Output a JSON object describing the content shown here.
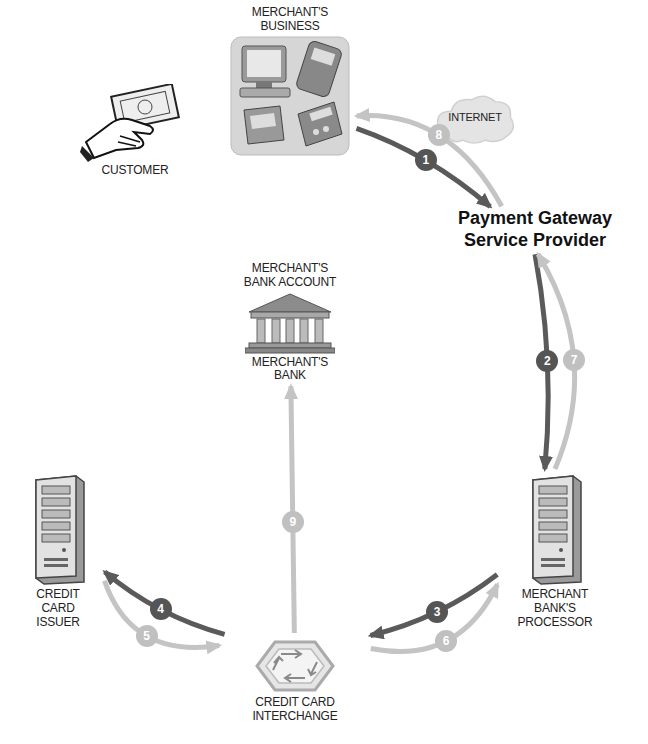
{
  "diagram": {
    "nodes": [
      {
        "text": [
          "MERCHANT'S BUSINESS"
        ]
      },
      {
        "text": [
          "CUSTOMER"
        ]
      },
      {
        "text": [
          "INTERNET"
        ]
      },
      {
        "text": [
          "Payment Gateway Service Provider"
        ]
      },
      {
        "text": [
          "MERCHANT'S BANK ACCOUNT",
          "MERCHANT'S BANK"
        ]
      },
      {
        "text": [
          "CREDIT CARD ISSUER"
        ]
      },
      {
        "text": [
          "MERCHANT BANK'S PROCESSOR"
        ]
      },
      {
        "text": [
          "CREDIT CARD INTERCHANGE"
        ]
      }
    ],
    "edges": [
      {
        "from": 0,
        "to": 3,
        "label": "1",
        "arrow": "to"
      },
      {
        "from": 3,
        "to": 6,
        "label": "2",
        "arrow": "to"
      },
      {
        "from": 6,
        "to": 7,
        "label": "3",
        "arrow": "to"
      },
      {
        "from": 7,
        "to": 5,
        "label": "4",
        "arrow": "to"
      },
      {
        "from": 5,
        "to": 7,
        "label": "5",
        "arrow": "to"
      },
      {
        "from": 7,
        "to": 6,
        "label": "6",
        "arrow": "to"
      },
      {
        "from": 6,
        "to": 3,
        "label": "7",
        "arrow": "to"
      },
      {
        "from": 3,
        "to": 0,
        "label": "8",
        "arrow": "to"
      },
      {
        "from": 7,
        "to": 4,
        "label": "9",
        "arrow": "to"
      }
    ]
  }
}
